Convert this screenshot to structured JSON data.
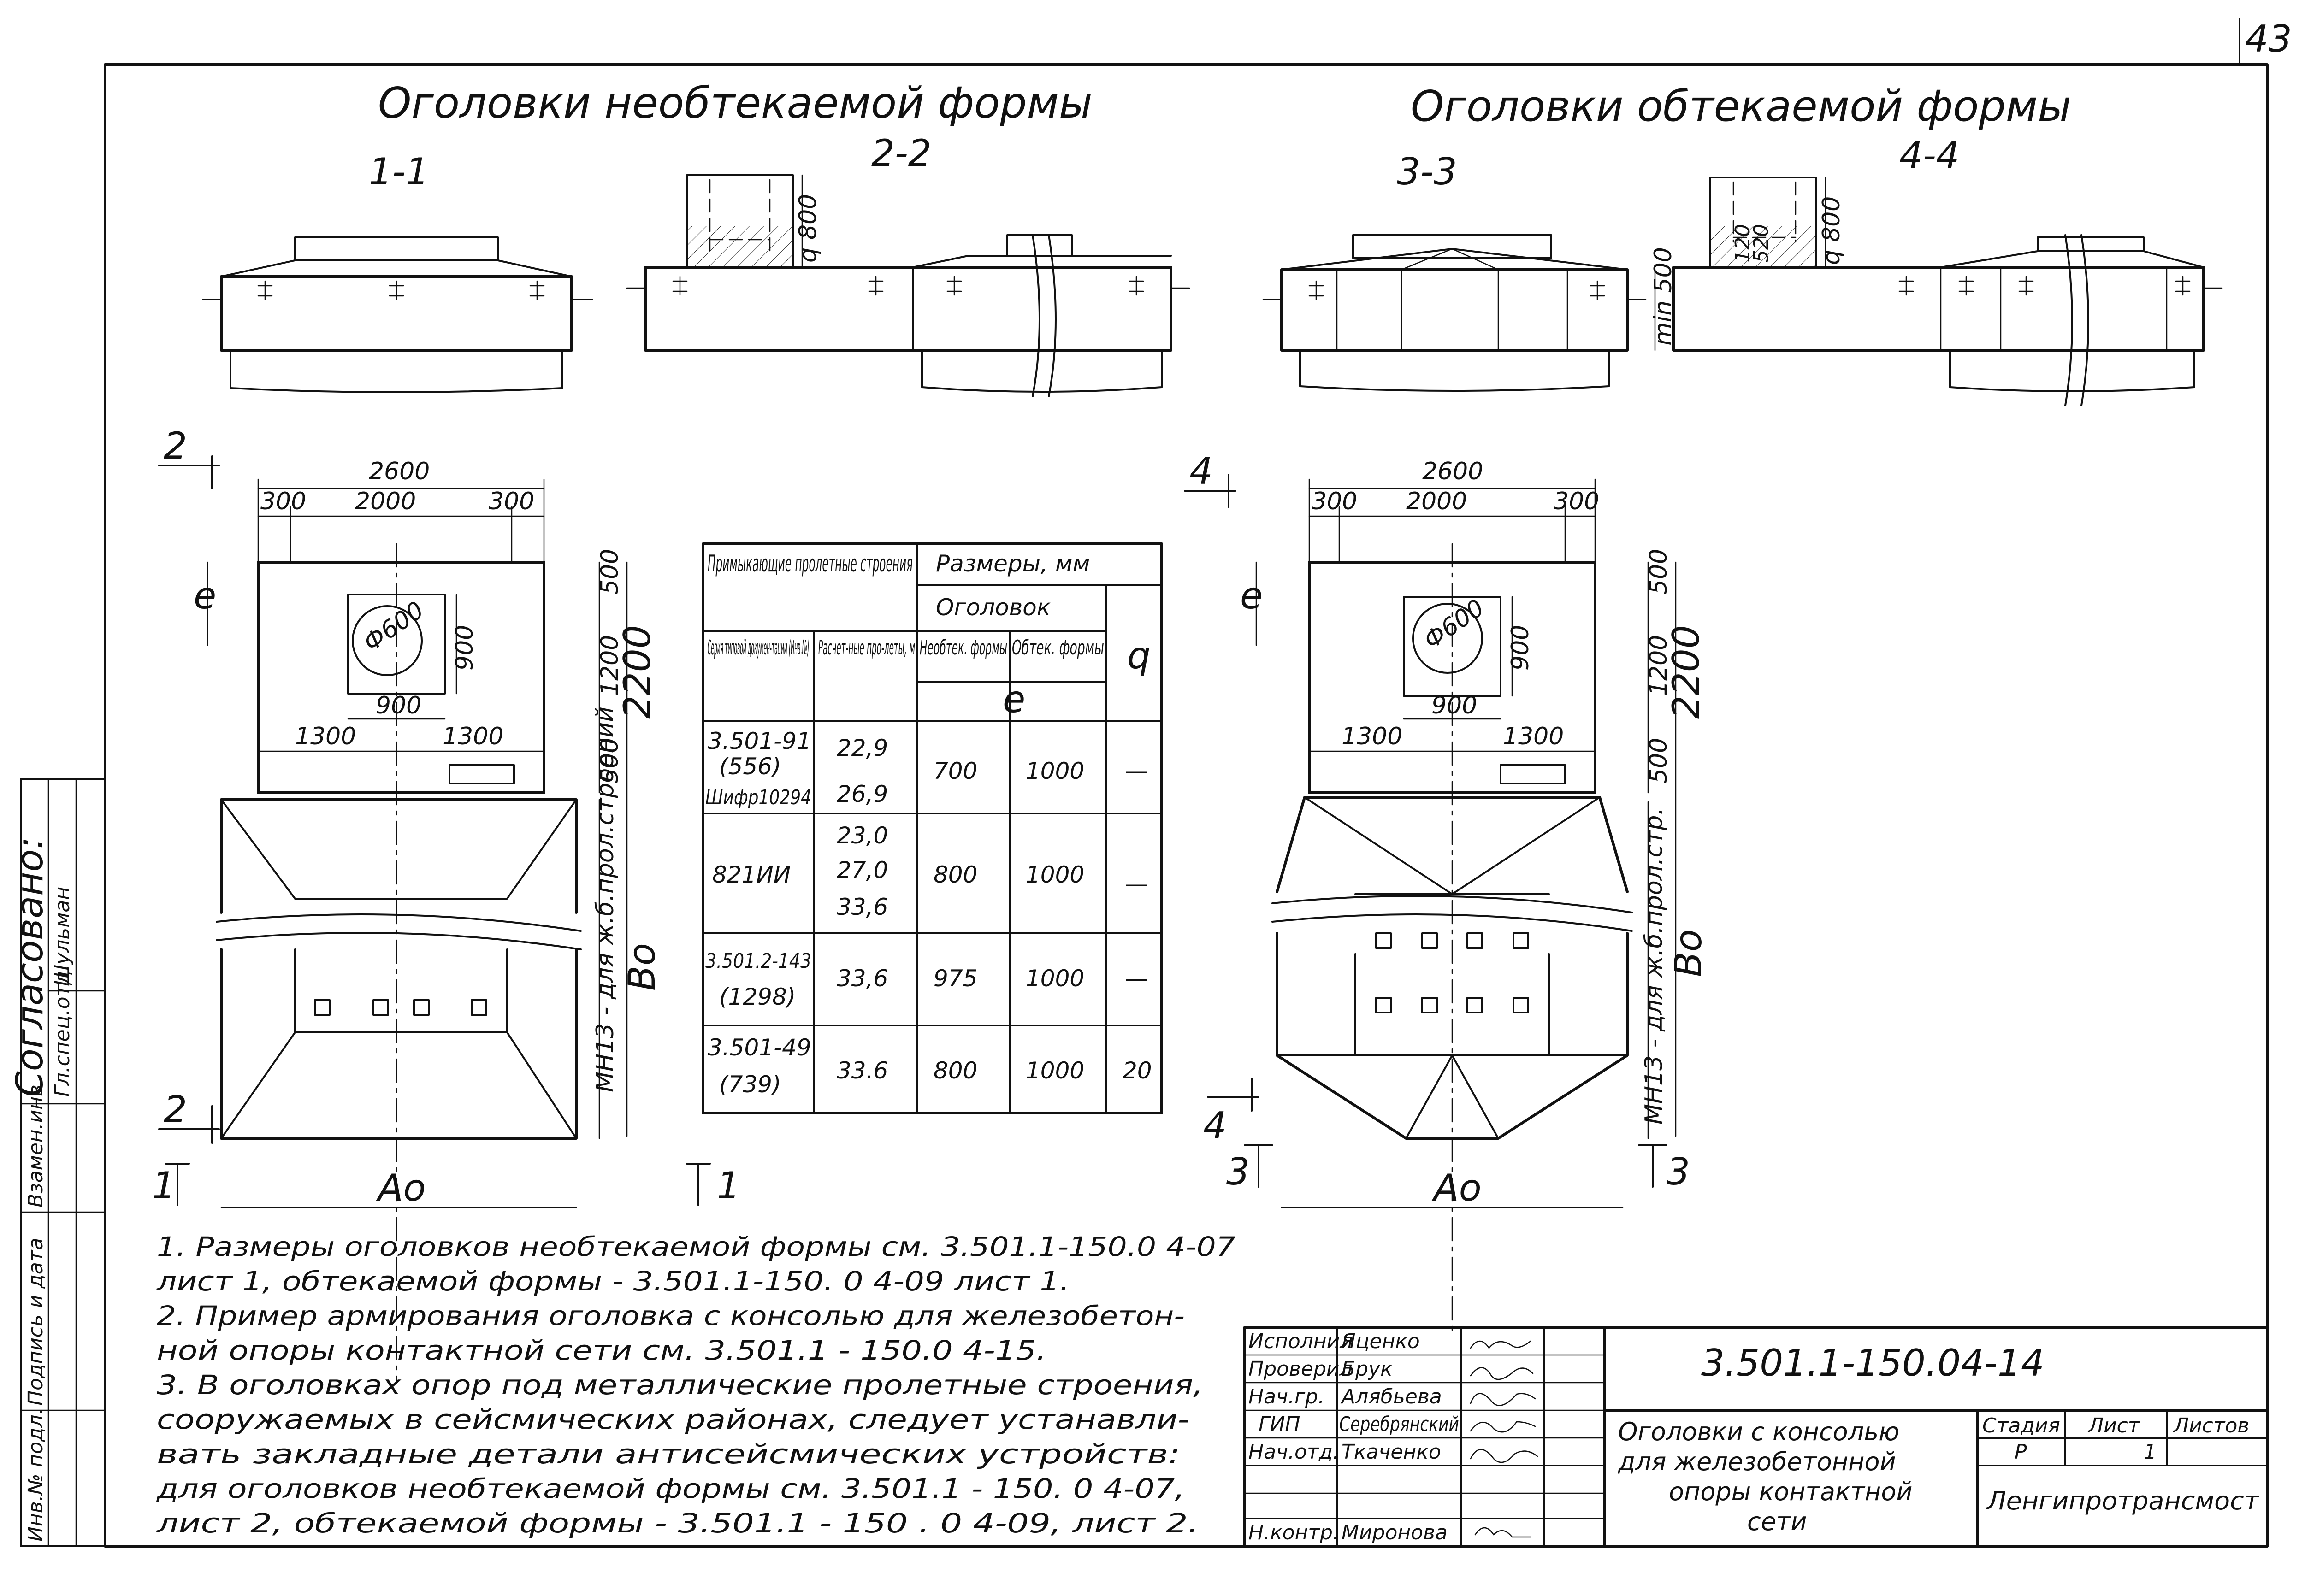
{
  "page_number": "43",
  "titles": {
    "left": "Оголовки необтекаемой формы",
    "right": "Оголовки обтекаемой формы"
  },
  "sections": {
    "s1": "1-1",
    "s2": "2-2",
    "s3": "3-3",
    "s4": "4-4"
  },
  "cut_marks": {
    "m1": "1",
    "m2": "2",
    "m3": "3",
    "m4": "4"
  },
  "dims": {
    "d2600": "2600",
    "d300": "300",
    "d2000": "2000",
    "d500": "500",
    "d1200": "1200",
    "d2200": "2200",
    "d900": "900",
    "d1300": "1300",
    "d600": "Ф600",
    "d800": "800",
    "dq": "q",
    "de": "e",
    "dBo": "Во",
    "dAo": "Ао",
    "dmin": "min 500",
    "d120": "120",
    "d520": "520",
    "note_left": "МН13 - для ж.б.прол.строений",
    "note_right": "МН13 - для ж.б.прол.стр."
  },
  "table": {
    "header_adj": "Примыкающие пролетные строения",
    "header_sizes": "Размеры, мм",
    "header_heads": "Оголовок",
    "col_series": "Серия типовой докумен-тации (Инв.№)",
    "col_span": "Расчет-ные про-леты, м",
    "col_nonstream": "Необтек. формы",
    "col_stream": "Обтек. формы",
    "col_q": "q",
    "col_e": "е",
    "rows": [
      {
        "series": [
          "3.501-91",
          "(556)",
          "Шифр10294"
        ],
        "span": [
          "22,9",
          "26,9"
        ],
        "non": "700",
        "str": "1000",
        "q": "—"
      },
      {
        "series": [
          "821ИИ"
        ],
        "span": [
          "23,0",
          "27,0",
          "33,6"
        ],
        "non": "800",
        "str": "1000",
        "q": "—"
      },
      {
        "series": [
          "3.501.2-143",
          "(1298)"
        ],
        "span": [
          "33,6"
        ],
        "non": "975",
        "str": "1000",
        "q": "—"
      },
      {
        "series": [
          "3.501-49",
          "(739)"
        ],
        "span": [
          "33.6"
        ],
        "non": "800",
        "str": "1000",
        "q": "20"
      }
    ]
  },
  "notes": [
    "1. Размеры оголовков необтекаемой формы см. 3.501.1-150.0 4-07",
    "лист 1, обтекаемой формы - 3.501.1-150. 0 4-09 лист 1.",
    "2. Пример армирования оголовка с консолью для железобетон-",
    "ной опоры контактной сети см. 3.501.1 - 150.0 4-15.",
    "3. В оголовках опор под металлические пролетные строения,",
    "сооружаемых в сейсмических районах, следует устанавли-",
    "вать закладные детали антисейсмических устройств:",
    "для оголовков необтекаемой формы см. 3.501.1 - 150. 0 4-07,",
    "лист 2, обтекаемой формы - 3.501.1 - 150 . 0 4-09, лист 2."
  ],
  "stamp": {
    "roles": [
      {
        "role": "Исполнил",
        "name": "Яценко"
      },
      {
        "role": "Проверил",
        "name": "Брук"
      },
      {
        "role": "Нач.гр.",
        "name": "Алябьева"
      },
      {
        "role": "ГИП",
        "name": "Серебрянский"
      },
      {
        "role": "Нач.отд.",
        "name": "Ткаченко"
      },
      {
        "role": "",
        "name": ""
      },
      {
        "role": "Н.контр.",
        "name": "Миронова"
      }
    ],
    "code": "3.501.1-150.04-14",
    "title_lines": [
      "Оголовки с консолью",
      "для железобетонной",
      "опоры контактной",
      "сети"
    ],
    "stage_label": "Стадия",
    "sheet_label": "Лист",
    "sheets_label": "Листов",
    "stage": "Р",
    "sheet": "1",
    "sheets": "",
    "org": "Ленгипротрансмост"
  },
  "side_stamp": {
    "agreed": "Согласовано:",
    "role": "Гл.спец.отд.",
    "name": "Шульман",
    "inv_sub": "Взамен.инв.",
    "sign_date": "Подпись и дата",
    "inv_orig": "Инв.№ подл.",
    "inv_short": "Инв.№"
  }
}
